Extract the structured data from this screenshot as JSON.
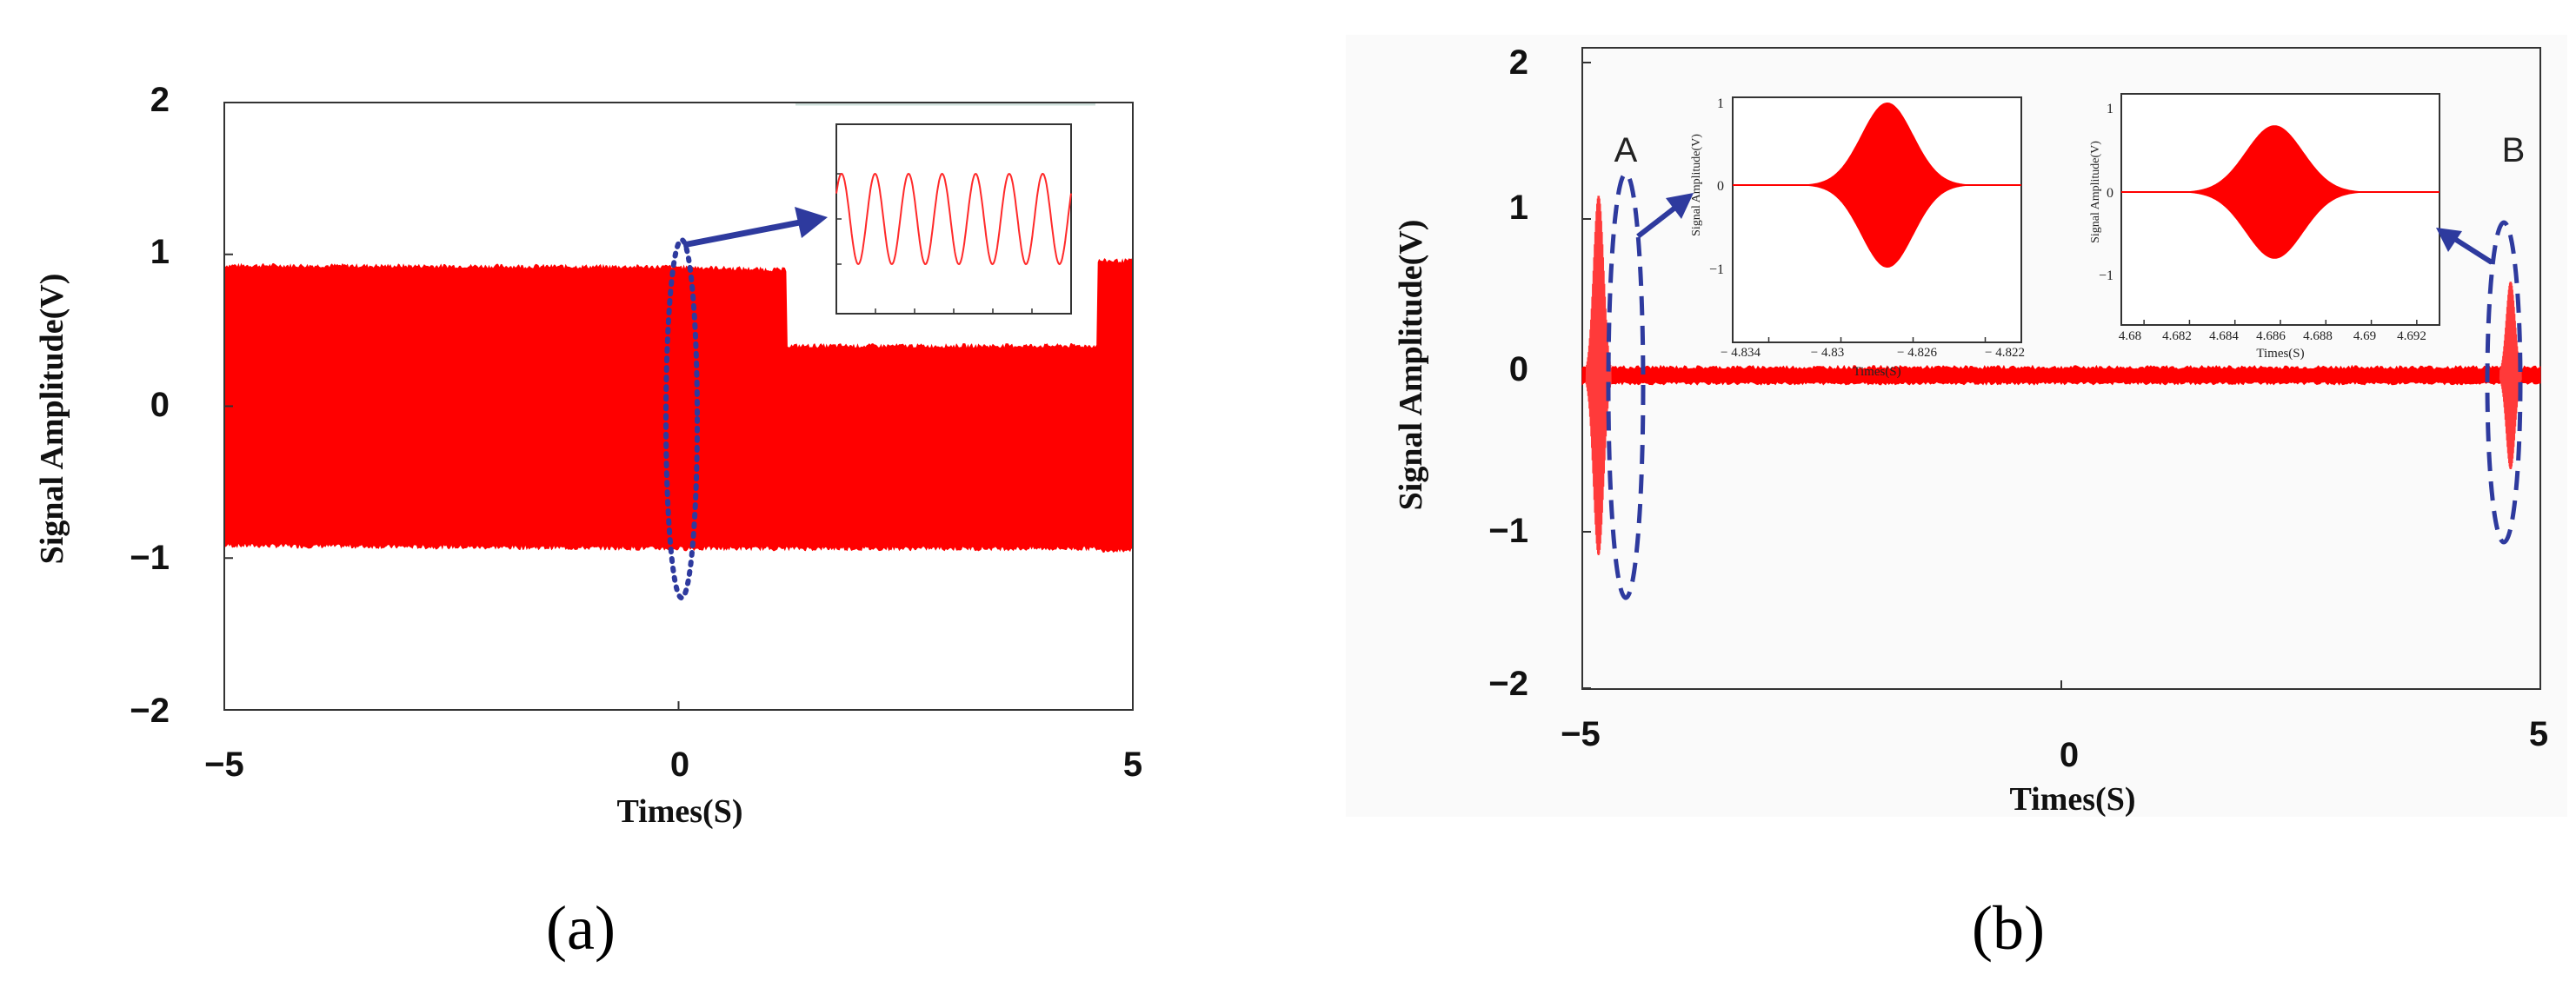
{
  "chart_data": [
    {
      "type": "line",
      "panel_label": "(a)",
      "xlabel": "Times(S)",
      "ylabel": "Signal Amplitude(V)",
      "xlim": [
        -5,
        5
      ],
      "ylim": [
        -2,
        2
      ],
      "xticks": [
        "−5",
        "0",
        "5"
      ],
      "yticks": [
        "2",
        "1",
        "0",
        "−1",
        "−2"
      ],
      "grid": false,
      "color": "#ff0000",
      "envelope": {
        "x": [
          -5,
          0,
          1.2,
          1.2,
          4.6,
          4.6,
          5
        ],
        "upper": [
          0.93,
          0.92,
          0.9,
          0.4,
          0.4,
          0.96,
          0.96
        ],
        "lower": [
          -0.92,
          -0.94,
          -0.94,
          -0.94,
          -0.94,
          -0.95,
          -0.95
        ]
      },
      "inset": {
        "type": "line",
        "description_values": {
          "cycles": 7,
          "amplitude": 1
        }
      }
    },
    {
      "type": "line",
      "panel_label": "(b)",
      "xlabel": "Times(S)",
      "ylabel": "Signal Amplitude(V)",
      "xlim": [
        -5,
        5
      ],
      "ylim": [
        -2,
        2
      ],
      "xticks": [
        "−5",
        "0",
        "5"
      ],
      "yticks": [
        "2",
        "1",
        "0",
        "−1",
        "−2"
      ],
      "grid": false,
      "color": "#ff0000",
      "baseline_noise": 0.05,
      "regions": [
        {
          "label": "A",
          "x": -4.83
        },
        {
          "label": "B",
          "x": 4.69
        }
      ],
      "insets": [
        {
          "xlabel": "Times(S)",
          "ylabel": "Signal Amplitude(V)",
          "xticks": [
            "− 4.834",
            "− 4.83",
            "− 4.826",
            "− 4.822"
          ],
          "yticks": [
            "1",
            "0",
            "−1"
          ],
          "xlim": [
            -4.835,
            -4.821
          ],
          "peak_x": -4.8275,
          "peak_amplitude": 1.0
        },
        {
          "xlabel": "Times(S)",
          "ylabel": "Signal Amplitude(V)",
          "xticks": [
            "4.68",
            "4.682",
            "4.684",
            "4.686",
            "4.688",
            "4.69",
            "4.692"
          ],
          "yticks": [
            "1",
            "0",
            "−1"
          ],
          "xlim": [
            4.68,
            4.6935
          ],
          "peak_x": 4.6865,
          "peak_amplitude": 0.8
        }
      ]
    }
  ],
  "colors": {
    "signal": "#ff0000",
    "annotation": "#2e3a9e",
    "axis": "#333333"
  }
}
